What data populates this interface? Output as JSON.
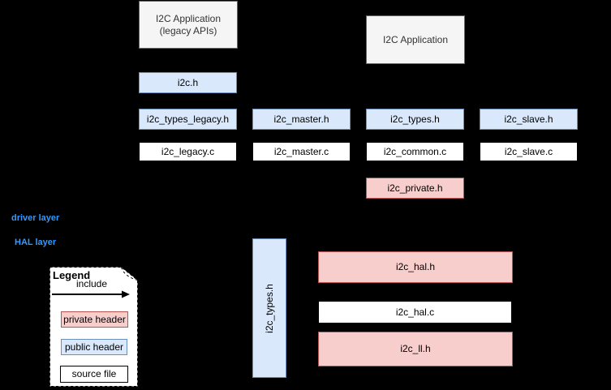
{
  "app_boxes": {
    "legacy": {
      "line1": "I2C Application",
      "line2": "(legacy APIs)"
    },
    "standard": {
      "label": "I2C Application"
    }
  },
  "driver_layer": {
    "i2c_h": "i2c.h",
    "headers": [
      "i2c_types_legacy.h",
      "i2c_master.h",
      "i2c_types.h",
      "i2c_slave.h"
    ],
    "sources": [
      "i2c_legacy.c",
      "i2c_master.c",
      "i2c_common.c",
      "i2c_slave.c"
    ],
    "private_header": "i2c_private.h"
  },
  "hal_layer": {
    "vertical_types": "i2c_types.h",
    "hal_h": "i2c_hal.h",
    "hal_c": "i2c_hal.c",
    "ll_h": "i2c_ll.h"
  },
  "layer_labels": {
    "driver": "driver layer",
    "hal": "HAL layer"
  },
  "legend": {
    "title": "Legend",
    "include": "include",
    "items": [
      {
        "label": "private header",
        "type": "private"
      },
      {
        "label": "public header",
        "type": "public"
      },
      {
        "label": "source file",
        "type": "source"
      }
    ]
  },
  "colors": {
    "bg": "#000000",
    "public-fill": "#dae8fc",
    "public-stroke": "#6c8ebf",
    "private-fill": "#f8cecc",
    "private-stroke": "#b85450",
    "source-fill": "#ffffff",
    "source-stroke": "#000000",
    "app-fill": "#f5f5f5",
    "app-stroke": "#666666",
    "app-text": "#333333",
    "layer-label": "#3399ff"
  }
}
